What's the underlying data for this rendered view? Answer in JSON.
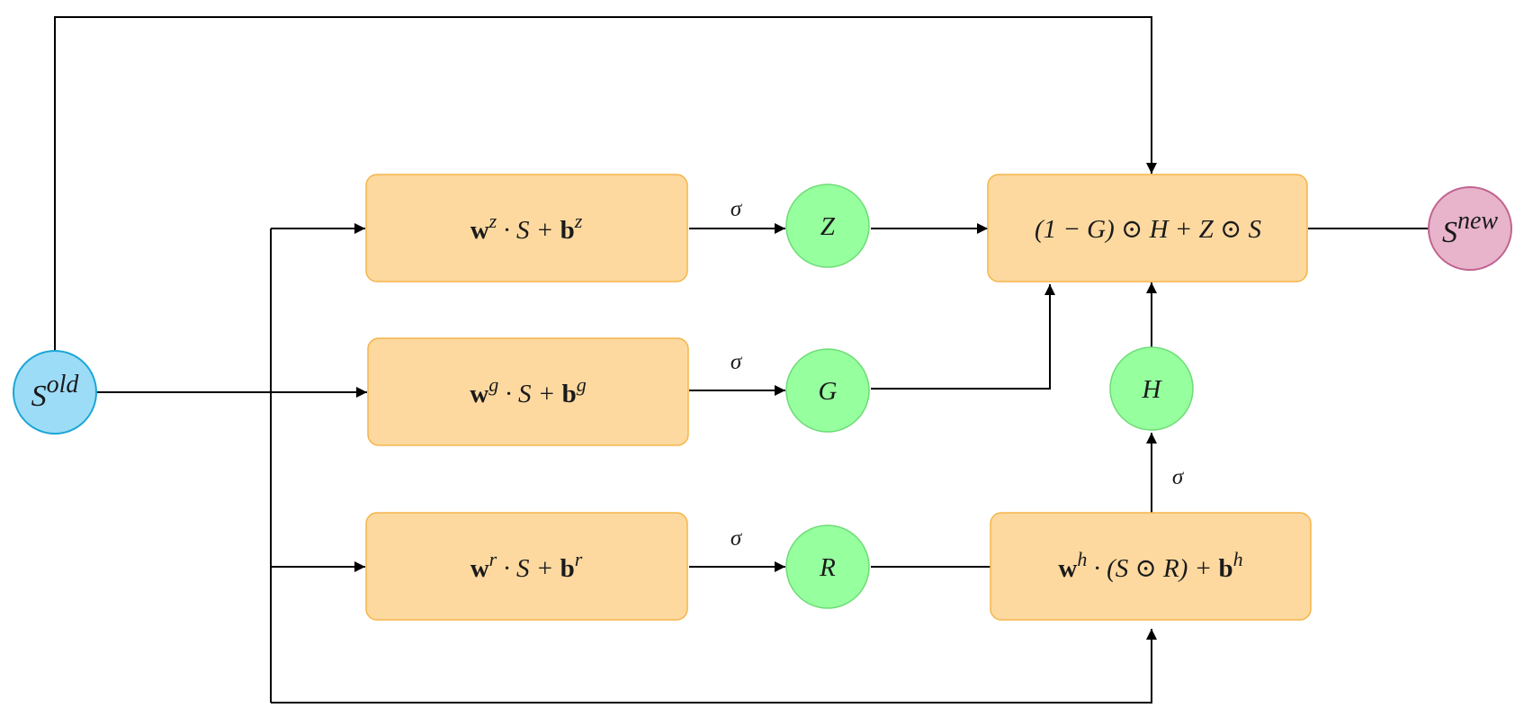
{
  "colors": {
    "box_fill": "#fdd9a0",
    "box_stroke": "#f5b54a",
    "gate_fill": "#96ff9e",
    "gate_stroke": "#6ddc76",
    "input_fill": "#9ddcf7",
    "input_stroke": "#1aa6d6",
    "output_fill": "#e8b4cb",
    "output_stroke": "#c0638f",
    "line": "#000000"
  },
  "nodes": {
    "s_old": {
      "base": "S",
      "sup": "old"
    },
    "s_new": {
      "base": "S",
      "sup": "new"
    },
    "z": "Z",
    "g": "G",
    "r": "R",
    "h": "H"
  },
  "boxes": {
    "z": {
      "w": "w",
      "w_sup": "z",
      "mid": " · S + ",
      "b": "b",
      "b_sup": "z"
    },
    "g": {
      "w": "w",
      "w_sup": "g",
      "mid": " · S + ",
      "b": "b",
      "b_sup": "g"
    },
    "r": {
      "w": "w",
      "w_sup": "r",
      "mid": " · S + ",
      "b": "b",
      "b_sup": "r"
    },
    "h": {
      "w": "w",
      "w_sup": "h",
      "mid": " · (S ⊙ R) + ",
      "b": "b",
      "b_sup": "h"
    },
    "combine": {
      "text": "(1 − G) ⊙ H + Z ⊙ S"
    }
  },
  "edge_labels": {
    "sigma_z": "σ",
    "sigma_g": "σ",
    "sigma_r": "σ",
    "sigma_h": "σ"
  }
}
